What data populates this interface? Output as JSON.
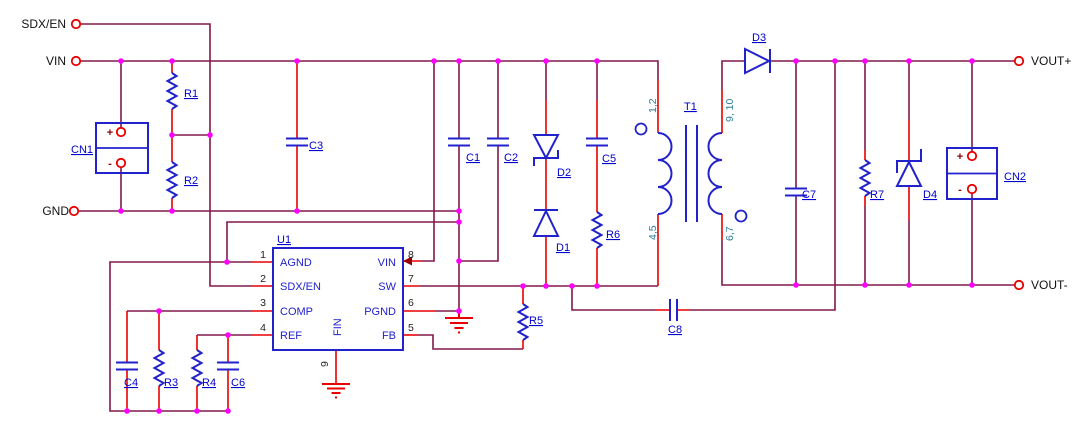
{
  "ports": {
    "sdx_en": "SDX/EN",
    "vin": "VIN",
    "gnd": "GND",
    "vout_plus": "VOUT+",
    "vout_minus": "VOUT-"
  },
  "refs": {
    "cn1": "CN1",
    "cn2": "CN2",
    "r1": "R1",
    "r2": "R2",
    "r3": "R3",
    "r4": "R4",
    "r5": "R5",
    "r6": "R6",
    "r7": "R7",
    "c1": "C1",
    "c2": "C2",
    "c3": "C3",
    "c4": "C4",
    "c5": "C5",
    "c6": "C6",
    "c7": "C7",
    "c8": "C8",
    "d1": "D1",
    "d2": "D2",
    "d3": "D3",
    "d4": "D4",
    "t1": "T1",
    "u1": "U1"
  },
  "u1_pins": {
    "p1": {
      "num": "1",
      "name": "AGND"
    },
    "p2": {
      "num": "2",
      "name": "SDX/EN"
    },
    "p3": {
      "num": "3",
      "name": "COMP"
    },
    "p4": {
      "num": "4",
      "name": "REF"
    },
    "p5": {
      "num": "5",
      "name": "FB"
    },
    "p6": {
      "num": "6",
      "name": "PGND"
    },
    "p7": {
      "num": "7",
      "name": "SW"
    },
    "p8": {
      "num": "8",
      "name": "VIN"
    },
    "p9": {
      "num": "9",
      "name": "FIN"
    }
  },
  "transformer": {
    "primary_top": "1,2",
    "primary_bottom": "4,5",
    "secondary_top": "9, 10",
    "secondary_bottom": "6,7"
  },
  "polarity": {
    "plus": "+",
    "minus": "-"
  },
  "colors": {
    "net_wire": "#80194B",
    "component_lead": "#E90000",
    "symbol_blue": "#2222CC",
    "label_blue": "#0000CC",
    "junction_magenta": "#FF00FF",
    "winding_label": "#2E7D99",
    "ground_red": "#E90000",
    "port_text": "#111111"
  }
}
